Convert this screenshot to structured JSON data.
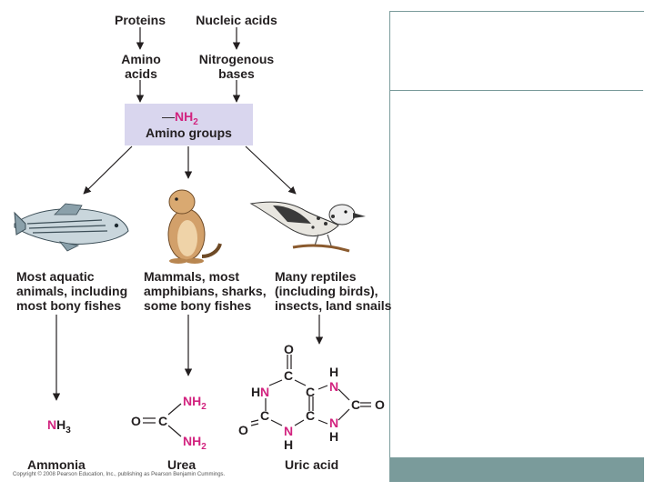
{
  "sources": {
    "proteins": "Proteins",
    "nucleic_acids": "Nucleic acids"
  },
  "intermediates": {
    "amino_acids": [
      "Amino",
      "acids"
    ],
    "nitrogenous_bases": [
      "Nitrogenous",
      "bases"
    ]
  },
  "amino_group": {
    "formula_dash": "—",
    "formula_nh": "NH",
    "formula_sub": "2",
    "label": "Amino groups"
  },
  "animal_groups": [
    {
      "lines": [
        "Most aquatic",
        "animals, including",
        "most bony fishes"
      ],
      "image": "fish"
    },
    {
      "lines": [
        "Mammals, most",
        "amphibians, sharks,",
        "some bony fishes"
      ],
      "image": "prairie-dog"
    },
    {
      "lines": [
        "Many reptiles",
        "(including birds),",
        "insects, land snails"
      ],
      "image": "bird"
    }
  ],
  "wastes": {
    "ammonia": {
      "label": "Ammonia",
      "formula_n": "N",
      "formula_h": "H",
      "formula_sub": "3"
    },
    "urea": {
      "label": "Urea",
      "o": "O",
      "c": "C",
      "nh": "NH",
      "sub": "2"
    },
    "uric_acid": {
      "label": "Uric acid"
    }
  },
  "copyright": "Copyright © 2008 Pearson Education, Inc., publishing as Pearson Benjamin Cummings.",
  "colors": {
    "accent": "#d2237f",
    "box": "#d9d6ee",
    "frame": "#7a9b9b"
  }
}
